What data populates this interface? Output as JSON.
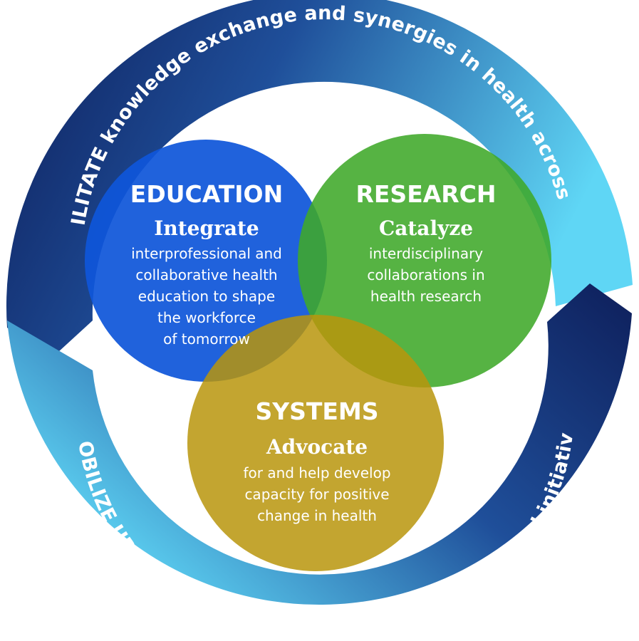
{
  "outer_ring": {
    "top_text": "FACILITATE knowledge exchange and synergies in health across UBC",
    "bottom_text": "MOBILIZE UBC as a partner and coordinate with provincial initiatives",
    "colors": {
      "dark": "#0e1f5b",
      "mid": "#1f4f9a",
      "light": "#5fd6f5"
    }
  },
  "circles": [
    {
      "id": "education",
      "title": "EDUCATION",
      "verb": "Integrate",
      "description": [
        "interprofessional and",
        "collaborative health",
        "education to shape",
        "the workforce",
        "of tomorrow"
      ],
      "color": "#0f56d9"
    },
    {
      "id": "research",
      "title": "RESEARCH",
      "verb": "Catalyze",
      "description": [
        "interdisciplinary",
        "collaborations in",
        "health research"
      ],
      "color": "#3fa829"
    },
    {
      "id": "systems",
      "title": "SYSTEMS",
      "verb": "Advocate",
      "description": [
        "for and help develop",
        "capacity for positive",
        "change in health"
      ],
      "color": "#b8950c"
    }
  ]
}
